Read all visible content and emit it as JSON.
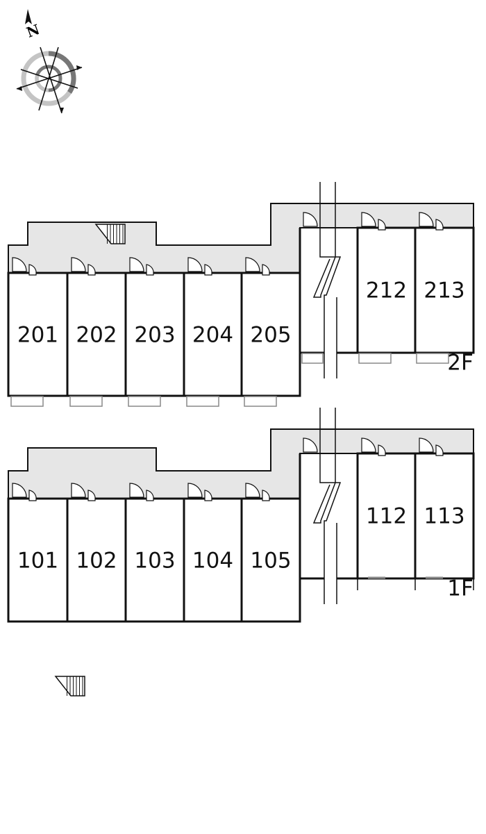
{
  "compass": {
    "north_label": "N"
  },
  "floors": [
    {
      "label": "2F",
      "stair_side": "right",
      "left_units": [
        "201",
        "202",
        "203",
        "204",
        "205"
      ],
      "right_units": [
        "212",
        "213"
      ]
    },
    {
      "label": "1F",
      "stair_side": "left",
      "left_units": [
        "101",
        "102",
        "103",
        "104",
        "105"
      ],
      "right_units": [
        "112",
        "113"
      ]
    }
  ],
  "colors": {
    "corridor": "#e6e6e6",
    "wall": "#111111",
    "compass_dark": "#777777",
    "compass_light": "#c4c4c4"
  }
}
